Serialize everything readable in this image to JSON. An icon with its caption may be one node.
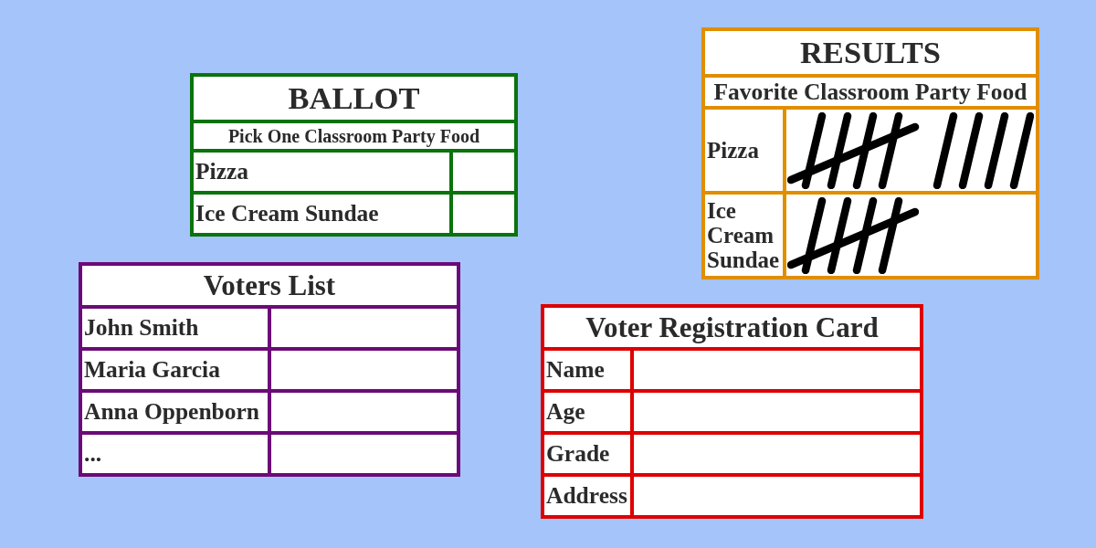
{
  "diagram": {
    "nodes": [
      {
        "text": [
          "BALLOT",
          "Pick One Classroom Party Food"
        ]
      },
      {
        "text": [
          "Pizza"
        ],
        "in": 0
      },
      {
        "text": [],
        "shape": "box",
        "in": 0
      },
      {
        "text": [
          "Ice Cream Sundae"
        ],
        "in": 0
      },
      {
        "text": [],
        "shape": "box",
        "in": 0
      },
      {
        "text": [
          "RESULTS",
          "Favorite Classroom Party Food"
        ]
      },
      {
        "text": [
          "Pizza"
        ],
        "in": 5
      },
      {
        "text": [],
        "shape": "picture",
        "in": 5
      },
      {
        "text": [
          "Ice Cream Sundae"
        ],
        "in": 5
      },
      {
        "text": [],
        "shape": "picture",
        "in": 5
      },
      {
        "text": [
          "Voters List"
        ]
      },
      {
        "text": [
          "John Smith"
        ],
        "in": 10
      },
      {
        "text": [],
        "shape": "box",
        "in": 10
      },
      {
        "text": [
          "Maria Garcia"
        ],
        "in": 10
      },
      {
        "text": [],
        "shape": "box",
        "in": 10
      },
      {
        "text": [
          "Anna Oppenborn"
        ],
        "in": 10
      },
      {
        "text": [],
        "shape": "box",
        "in": 10
      },
      {
        "text": [
          "..."
        ],
        "in": 10
      },
      {
        "text": [],
        "shape": "box",
        "in": 10
      },
      {
        "text": [
          "Voter Registration Card"
        ]
      },
      {
        "text": [
          "Name"
        ],
        "in": 19
      },
      {
        "text": [],
        "shape": "box",
        "in": 19
      },
      {
        "text": [
          "Age"
        ],
        "in": 19
      },
      {
        "text": [],
        "shape": "box",
        "in": 19
      },
      {
        "text": [
          "Grade"
        ],
        "in": 19
      },
      {
        "text": [],
        "shape": "box",
        "in": 19
      },
      {
        "text": [
          "Address"
        ],
        "in": 19
      },
      {
        "text": [],
        "shape": "box",
        "in": 19
      }
    ]
  }
}
